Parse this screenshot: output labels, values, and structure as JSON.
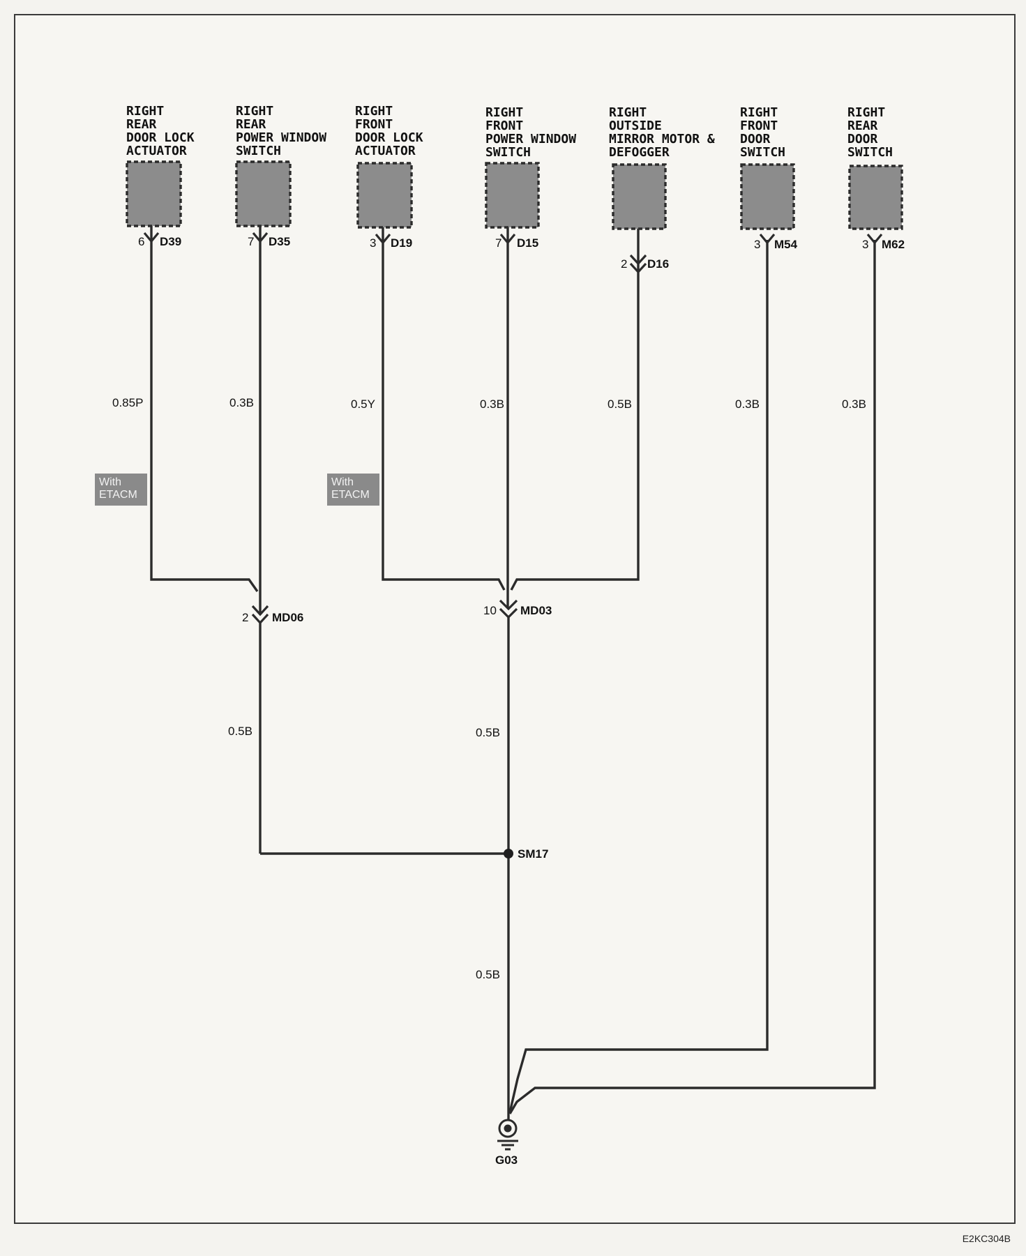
{
  "components": [
    {
      "id": "rr_lock",
      "label": "RIGHT\nREAR\nDOOR LOCK\nACTUATOR"
    },
    {
      "id": "rr_pws",
      "label": "RIGHT\nREAR\nPOWER WINDOW\nSWITCH"
    },
    {
      "id": "rf_lock",
      "label": "RIGHT\nFRONT\nDOOR LOCK\nACTUATOR"
    },
    {
      "id": "rf_pws",
      "label": "RIGHT\nFRONT\nPOWER WINDOW\nSWITCH"
    },
    {
      "id": "mirror",
      "label": "RIGHT\nOUTSIDE\nMIRROR MOTOR &\nDEFOGGER"
    },
    {
      "id": "rf_door",
      "label": "RIGHT\nFRONT\nDOOR\nSWITCH"
    },
    {
      "id": "rr_door",
      "label": "RIGHT\nREAR\nDOOR\nSWITCH"
    }
  ],
  "connectors": [
    {
      "pin": "6",
      "name": "D39"
    },
    {
      "pin": "7",
      "name": "D35"
    },
    {
      "pin": "3",
      "name": "D19"
    },
    {
      "pin": "7",
      "name": "D15"
    },
    {
      "pin": "2",
      "name": "D16"
    },
    {
      "pin": "3",
      "name": "M54"
    },
    {
      "pin": "3",
      "name": "M62"
    },
    {
      "pin": "2",
      "name": "MD06"
    },
    {
      "pin": "10",
      "name": "MD03"
    }
  ],
  "wires": [
    "0.85P",
    "0.3B",
    "0.5Y",
    "0.3B",
    "0.5B",
    "0.3B",
    "0.3B",
    "0.5B",
    "0.5B",
    "0.5B"
  ],
  "option_label": "With\nETACM",
  "splice": "SM17",
  "ground": "G03",
  "diagram_code": "E2KC304B",
  "colors": {
    "wire": "#2b2b2b",
    "component_fill": "#8c8c8c",
    "option_fill": "#8a8a8a"
  }
}
